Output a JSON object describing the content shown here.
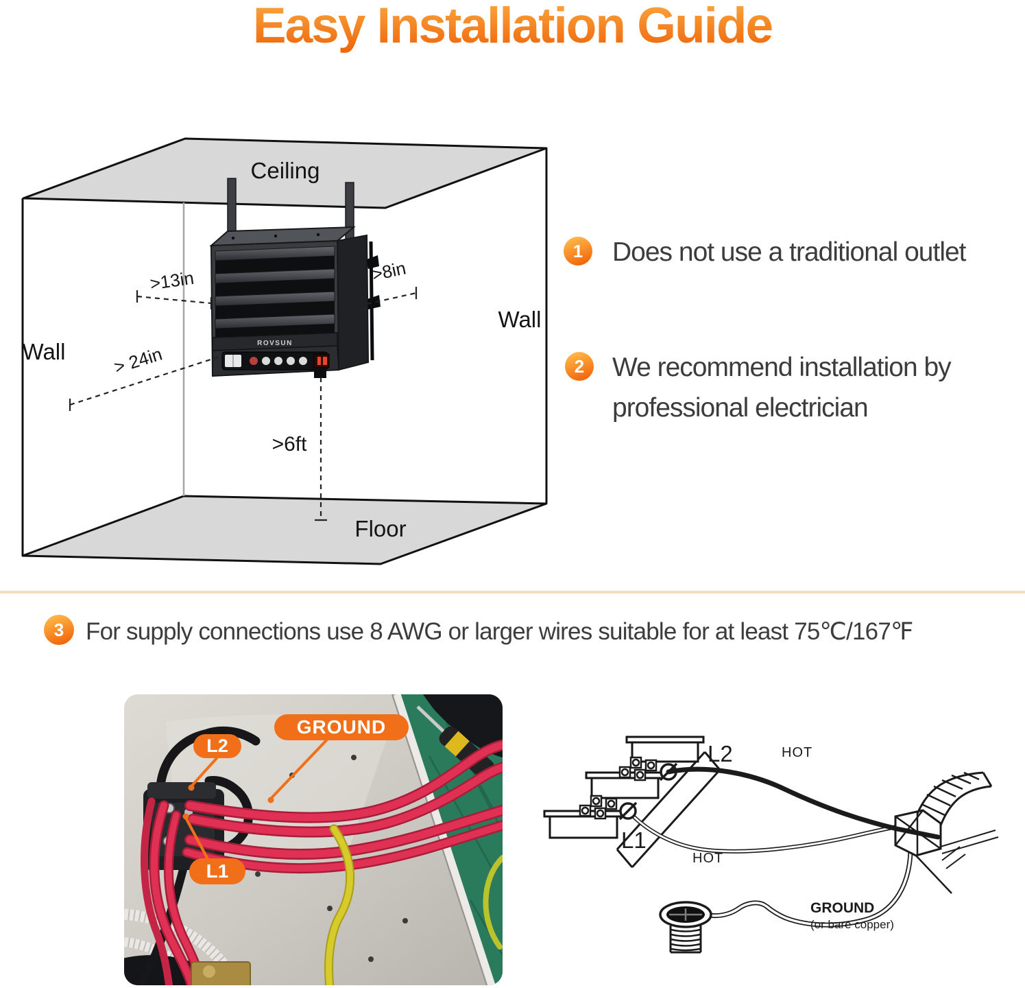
{
  "title": "Easy Installation Guide",
  "room": {
    "ceiling_label": "Ceiling",
    "wall_left_label": "Wall",
    "wall_right_label": "Wall",
    "floor_label": "Floor",
    "clearance_left": ">13in",
    "clearance_right": ">8in",
    "clearance_front": "> 24in",
    "clearance_floor": ">6ft",
    "heater_brand": "ROVSUN"
  },
  "points": [
    {
      "number": "1",
      "text": "Does not use a traditional outlet"
    },
    {
      "number": "2",
      "text": "We recommend installation by professional electrician"
    },
    {
      "number": "3",
      "text": "For supply connections use 8 AWG or larger wires suitable for at least 75℃/167℉"
    }
  ],
  "photo_labels": {
    "l2": "L2",
    "ground": "GROUND",
    "l1": "L1"
  },
  "wiring": {
    "l2": "L2",
    "l1": "L1",
    "hot_top": "HOT",
    "hot_bottom": "HOT",
    "ground": "GROUND",
    "ground_sub": "(or bare copper)"
  },
  "colors": {
    "accent_orange": "#f26f19",
    "title_orange": "#f5821f",
    "text_dark": "#3c3c3e",
    "divider": "#f3ddc0"
  }
}
